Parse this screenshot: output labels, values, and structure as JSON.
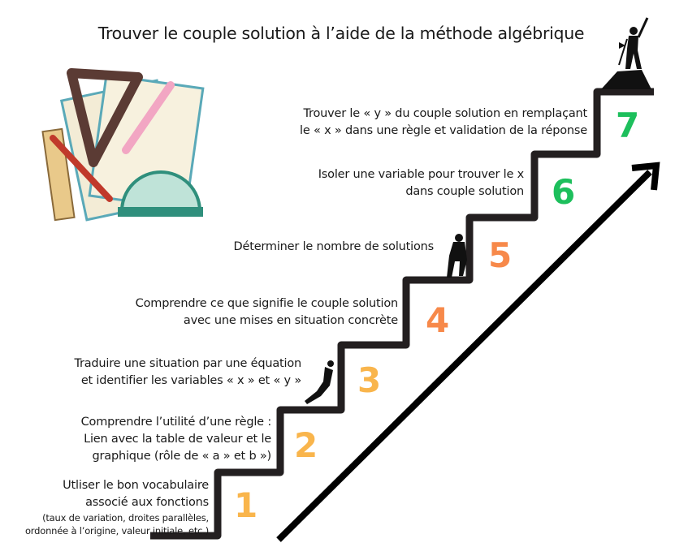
{
  "title": "Trouver le couple solution à l’aide de la méthode algébrique",
  "steps": [
    {
      "number": "1",
      "lines": [
        "Utliser le bon vocabulaire",
        "associé aux fonctions"
      ],
      "sub": [
        "(taux de variation, droites parallèles,",
        "ordonnée à l’origine, valeur initiale, etc.)"
      ]
    },
    {
      "number": "2",
      "lines": [
        "Comprendre l’utilité d’une règle :",
        "Lien avec la table de valeur et le",
        "graphique (rôle de « a » et b »)"
      ]
    },
    {
      "number": "3",
      "lines": [
        "Traduire une situation par une équation",
        "et identifier les variables « x » et « y »"
      ]
    },
    {
      "number": "4",
      "lines": [
        "Comprendre ce que signifie le couple solution",
        "avec une mises en situation concrète"
      ]
    },
    {
      "number": "5",
      "lines": [
        "Déterminer le nombre de solutions"
      ]
    },
    {
      "number": "6",
      "lines": [
        "Isoler une variable pour trouver le x",
        "dans couple solution"
      ]
    },
    {
      "number": "7",
      "lines": [
        "Trouver le « y » du couple solution en remplaçant",
        "le « x » dans une règle et validation de la réponse"
      ]
    }
  ],
  "colors": {
    "yellow": "#f9b54c",
    "orange": "#f7894a",
    "green": "#1dbf5c",
    "stairs": "#231f20"
  }
}
